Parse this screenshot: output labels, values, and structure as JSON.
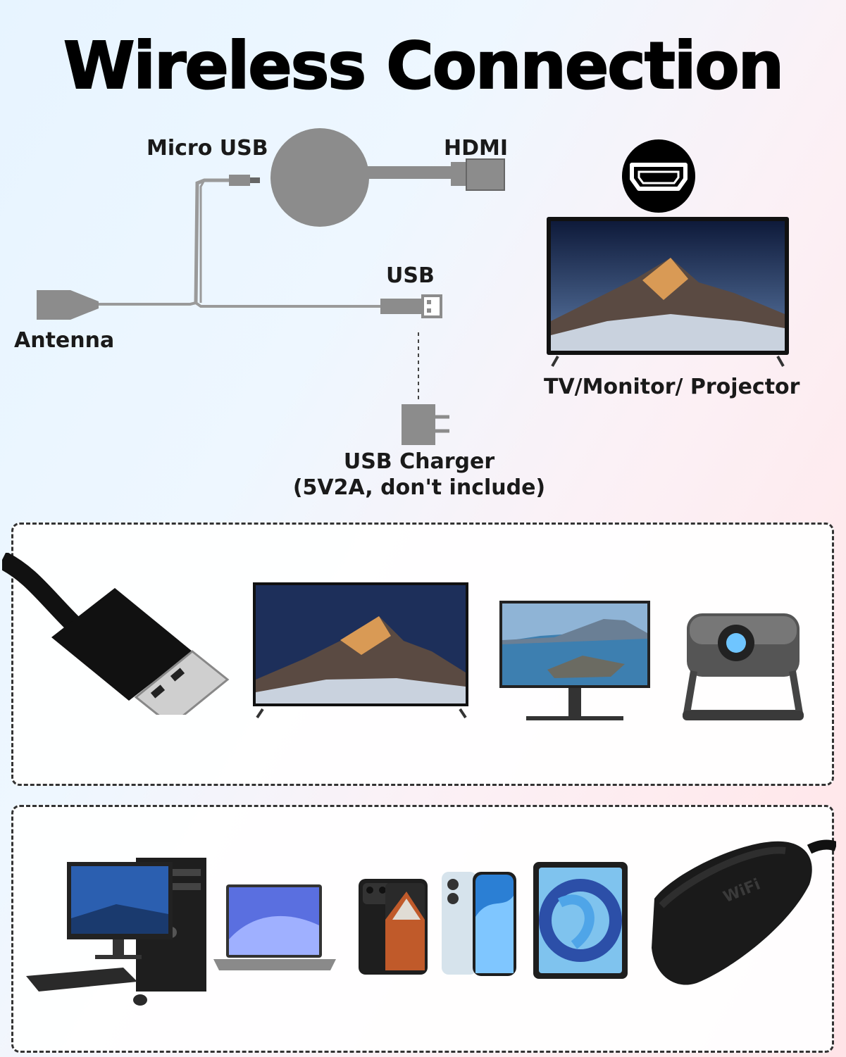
{
  "title": "Wireless Connection",
  "labels": {
    "micro_usb": "Micro USB",
    "hdmi": "HDMI",
    "usb": "USB",
    "antenna": "Antenna",
    "tv": "TV/Monitor/ Projector",
    "charger_line1": "USB Charger",
    "charger_line2": "(5V2A, don't include)"
  },
  "devices": {
    "wifi_box_text": "WiFi"
  },
  "colors": {
    "device_gray": "#8a8a8a",
    "cable_gray": "#9a9a9a"
  }
}
